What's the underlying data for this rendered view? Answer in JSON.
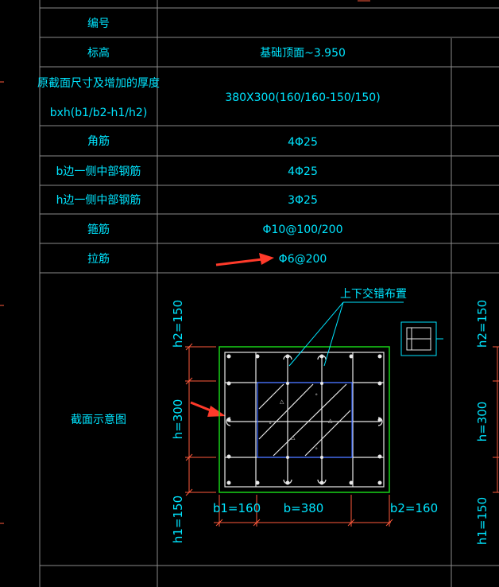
{
  "table": {
    "rows": [
      {
        "label": "编号",
        "value": ""
      },
      {
        "label": "标高",
        "value": "基础顶面~3.950"
      },
      {
        "label_line1": "原截面尺寸及增加的厚度",
        "label_line2": "bxh(b1/b2-h1/h2)",
        "value": "380X300(160/160-150/150)"
      },
      {
        "label": "角筋",
        "value": "4Φ25"
      },
      {
        "label": "b边一侧中部钢筋",
        "value": "4Φ25"
      },
      {
        "label": "h边一侧中部钢筋",
        "value": "3Φ25"
      },
      {
        "label": "箍筋",
        "value": "Φ10@100/200"
      },
      {
        "label": "拉筋",
        "value": "Φ6@200"
      },
      {
        "label": "截面示意图",
        "value": ""
      }
    ]
  },
  "section": {
    "note": "上下交错布置",
    "dim_h2": "h2=150",
    "dim_h": "h=300",
    "dim_h1": "h1=150",
    "dim_b1": "b1=160",
    "dim_b": "b=380",
    "dim_b2": "b2=160"
  },
  "colors": {
    "text": "#00e5ff",
    "grid": "#8a8a8a",
    "outline": "#19d219",
    "original_section": "#2f5fff",
    "dimension": "#ff5a3c",
    "annotation_arrow": "#ff3a2a"
  }
}
